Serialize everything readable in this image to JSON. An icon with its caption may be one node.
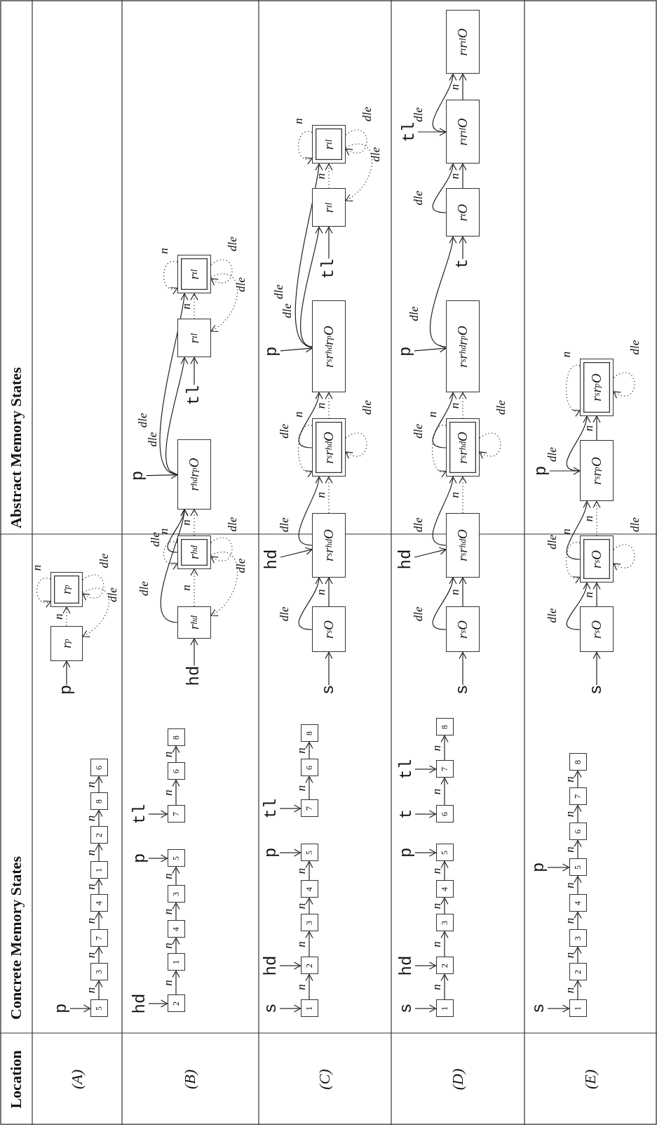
{
  "diagram": {
    "nodes": [
      {
        "text": [
          "p"
        ]
      },
      {
        "text": [
          "5"
        ]
      },
      {
        "text": [
          "3"
        ]
      },
      {
        "text": [
          "7"
        ]
      },
      {
        "text": [
          "4"
        ]
      },
      {
        "text": [
          "1"
        ]
      },
      {
        "text": [
          "2"
        ]
      },
      {
        "text": [
          "8"
        ]
      },
      {
        "text": [
          "6"
        ]
      },
      {
        "text": [
          "p"
        ]
      },
      {
        "text": [
          "r$_{p}$"
        ]
      },
      {
        "text": [
          "r$_{p}$"
        ]
      },
      {
        "text": [
          "hd"
        ]
      },
      {
        "text": [
          "2"
        ]
      },
      {
        "text": [
          "1"
        ]
      },
      {
        "text": [
          "4"
        ]
      },
      {
        "text": [
          "3"
        ]
      },
      {
        "text": [
          "p"
        ]
      },
      {
        "text": [
          "5"
        ]
      },
      {
        "text": [
          "tl"
        ]
      },
      {
        "text": [
          "7"
        ]
      },
      {
        "text": [
          "6"
        ]
      },
      {
        "text": [
          "8"
        ]
      },
      {
        "text": [
          "hd"
        ]
      },
      {
        "text": [
          "r$_{hd}$"
        ]
      },
      {
        "text": [
          "r$_{hd}$"
        ]
      },
      {
        "text": [
          "p"
        ]
      },
      {
        "text": [
          "r$_{hd}$r$_{p}$O"
        ]
      },
      {
        "text": [
          "tl"
        ]
      },
      {
        "text": [
          "r$_{tl}$"
        ]
      },
      {
        "text": [
          "r$_{tl}$"
        ]
      },
      {
        "text": [
          "s"
        ]
      },
      {
        "text": [
          "1"
        ]
      },
      {
        "text": [
          "hd"
        ]
      },
      {
        "text": [
          "2"
        ]
      },
      {
        "text": [
          "3"
        ]
      },
      {
        "text": [
          "4"
        ]
      },
      {
        "text": [
          "p"
        ]
      },
      {
        "text": [
          "5"
        ]
      },
      {
        "text": [
          "tl"
        ]
      },
      {
        "text": [
          "7"
        ]
      },
      {
        "text": [
          "6"
        ]
      },
      {
        "text": [
          "8"
        ]
      },
      {
        "text": [
          "s"
        ]
      },
      {
        "text": [
          "r$_{s}$O"
        ]
      },
      {
        "text": [
          "hd"
        ]
      },
      {
        "text": [
          "r$_{s}$r$_{hd}$O"
        ]
      },
      {
        "text": [
          "r$_{s}$r$_{hd}$O"
        ]
      },
      {
        "text": [
          "p"
        ]
      },
      {
        "text": [
          "r$_{s}$r$_{hd}$r$_{p}$O"
        ]
      },
      {
        "text": [
          "tl"
        ]
      },
      {
        "text": [
          "r$_{tl}$"
        ]
      },
      {
        "text": [
          "r$_{tl}$"
        ]
      },
      {
        "text": [
          "s"
        ]
      },
      {
        "text": [
          "1"
        ]
      },
      {
        "text": [
          "hd"
        ]
      },
      {
        "text": [
          "2"
        ]
      },
      {
        "text": [
          "3"
        ]
      },
      {
        "text": [
          "4"
        ]
      },
      {
        "text": [
          "p"
        ]
      },
      {
        "text": [
          "5"
        ]
      },
      {
        "text": [
          "t"
        ]
      },
      {
        "text": [
          "6"
        ]
      },
      {
        "text": [
          "tl"
        ]
      },
      {
        "text": [
          "7"
        ]
      },
      {
        "text": [
          "8"
        ]
      },
      {
        "text": [
          "s"
        ]
      },
      {
        "text": [
          "r$_{s}$O"
        ]
      },
      {
        "text": [
          "hd"
        ]
      },
      {
        "text": [
          "r$_{s}$r$_{hd}$O"
        ]
      },
      {
        "text": [
          "r$_{s}$r$_{hd}$O"
        ]
      },
      {
        "text": [
          "p"
        ]
      },
      {
        "text": [
          "r$_{s}$r$_{hd}$r$_{p}$O"
        ]
      },
      {
        "text": [
          "t"
        ]
      },
      {
        "text": [
          "r$_{t}$O"
        ]
      },
      {
        "text": [
          "tl"
        ]
      },
      {
        "text": [
          "r$_{t}$r$_{tl}$O"
        ]
      },
      {
        "text": [
          "r$_{t}$r$_{tl}$O"
        ]
      },
      {
        "text": [
          "s"
        ]
      },
      {
        "text": [
          "1"
        ]
      },
      {
        "text": [
          "2"
        ]
      },
      {
        "text": [
          "3"
        ]
      },
      {
        "text": [
          "4"
        ]
      },
      {
        "text": [
          "p"
        ]
      },
      {
        "text": [
          "5"
        ]
      },
      {
        "text": [
          "6"
        ]
      },
      {
        "text": [
          "7"
        ]
      },
      {
        "text": [
          "8"
        ]
      },
      {
        "text": [
          "s"
        ]
      },
      {
        "text": [
          "r$_{s}$O"
        ]
      },
      {
        "text": [
          "r$_{s}$O"
        ]
      },
      {
        "text": [
          "p"
        ]
      },
      {
        "text": [
          "r$_{s}$r$_{p}$O"
        ]
      },
      {
        "text": [
          "r$_{s}$r$_{p}$O"
        ]
      }
    ],
    "edges": [
      {
        "from": 0,
        "to": 1,
        "arrow": "to"
      },
      {
        "from": 1,
        "to": 2,
        "arrow": "to",
        "label": "n"
      },
      {
        "from": 2,
        "to": 3,
        "arrow": "to",
        "label": "n"
      },
      {
        "from": 3,
        "to": 4,
        "arrow": "to",
        "label": "n"
      },
      {
        "from": 4,
        "to": 5,
        "arrow": "to",
        "label": "n"
      },
      {
        "from": 5,
        "to": 6,
        "arrow": "to",
        "label": "n"
      },
      {
        "from": 6,
        "to": 7,
        "arrow": "to",
        "label": "n"
      },
      {
        "from": 7,
        "to": 8,
        "arrow": "to",
        "label": "n"
      },
      {
        "from": 9,
        "to": 10,
        "arrow": "to"
      },
      {
        "from": 10,
        "to": 11,
        "arrow": "to",
        "label": "n",
        "style": "dashed"
      },
      {
        "from": 11,
        "to": 11,
        "arrow": "to",
        "label": "n",
        "style": "dashed"
      },
      {
        "from": 11,
        "to": 10,
        "arrow": "to",
        "label": "dle",
        "style": "dashed"
      },
      {
        "from": 11,
        "to": 11,
        "arrow": "to",
        "label": "dle",
        "style": "dashed"
      },
      {
        "from": 12,
        "to": 13,
        "arrow": "to"
      },
      {
        "from": 13,
        "to": 14,
        "arrow": "to",
        "label": "n"
      },
      {
        "from": 14,
        "to": 15,
        "arrow": "to",
        "label": "n"
      },
      {
        "from": 15,
        "to": 16,
        "arrow": "to",
        "label": "n"
      },
      {
        "from": 16,
        "to": 18,
        "arrow": "to",
        "label": "n"
      },
      {
        "from": 17,
        "to": 18,
        "arrow": "to"
      },
      {
        "from": 19,
        "to": 20,
        "arrow": "to"
      },
      {
        "from": 20,
        "to": 21,
        "arrow": "to",
        "label": "n"
      },
      {
        "from": 21,
        "to": 22,
        "arrow": "to",
        "label": "n"
      },
      {
        "from": 23,
        "to": 24,
        "arrow": "to"
      },
      {
        "from": 24,
        "to": 25,
        "arrow": "to",
        "label": "n",
        "style": "dashed"
      },
      {
        "from": 25,
        "to": 25,
        "arrow": "to",
        "label": "n",
        "style": "dashed"
      },
      {
        "from": 25,
        "to": 24,
        "arrow": "to",
        "label": "dle",
        "style": "dashed"
      },
      {
        "from": 25,
        "to": 25,
        "arrow": "to",
        "label": "dle",
        "style": "dashed"
      },
      {
        "from": 24,
        "to": 27,
        "arrow": "to",
        "label": "dle"
      },
      {
        "from": 25,
        "to": 27,
        "arrow": "to",
        "label": "dle"
      },
      {
        "from": 25,
        "to": 27,
        "arrow": "to",
        "label": "n",
        "style": "dashed"
      },
      {
        "from": 26,
        "to": 27,
        "arrow": "to"
      },
      {
        "from": 27,
        "to": 29,
        "arrow": "to",
        "label": "dle"
      },
      {
        "from": 27,
        "to": 30,
        "arrow": "to",
        "label": "dle"
      },
      {
        "from": 28,
        "to": 29,
        "arrow": "to"
      },
      {
        "from": 29,
        "to": 30,
        "arrow": "to",
        "label": "n",
        "style": "dashed"
      },
      {
        "from": 30,
        "to": 30,
        "arrow": "to",
        "label": "n",
        "style": "dashed"
      },
      {
        "from": 30,
        "to": 29,
        "arrow": "to",
        "label": "dle",
        "style": "dashed"
      },
      {
        "from": 30,
        "to": 30,
        "arrow": "to",
        "label": "dle",
        "style": "dashed"
      },
      {
        "from": 31,
        "to": 32,
        "arrow": "to"
      },
      {
        "from": 32,
        "to": 34,
        "arrow": "to",
        "label": "n"
      },
      {
        "from": 33,
        "to": 34,
        "arrow": "to"
      },
      {
        "from": 34,
        "to": 35,
        "arrow": "to",
        "label": "n"
      },
      {
        "from": 35,
        "to": 36,
        "arrow": "to",
        "label": "n"
      },
      {
        "from": 36,
        "to": 38,
        "arrow": "to",
        "label": "n"
      },
      {
        "from": 37,
        "to": 38,
        "arrow": "to"
      },
      {
        "from": 39,
        "to": 40,
        "arrow": "to"
      },
      {
        "from": 40,
        "to": 41,
        "arrow": "to",
        "label": "n"
      },
      {
        "from": 41,
        "to": 42,
        "arrow": "to",
        "label": "n"
      },
      {
        "from": 43,
        "to": 44,
        "arrow": "to"
      },
      {
        "from": 44,
        "to": 46,
        "arrow": "to",
        "label": "n"
      },
      {
        "from": 44,
        "to": 46,
        "arrow": "to",
        "label": "dle"
      },
      {
        "from": 45,
        "to": 46,
        "arrow": "to"
      },
      {
        "from": 46,
        "to": 47,
        "arrow": "to",
        "label": "n",
        "style": "dashed"
      },
      {
        "from": 46,
        "to": 47,
        "arrow": "to",
        "label": "dle"
      },
      {
        "from": 47,
        "to": 47,
        "arrow": "to",
        "label": "n",
        "style": "dashed"
      },
      {
        "from": 47,
        "to": 47,
        "arrow": "to",
        "label": "dle",
        "style": "dashed"
      },
      {
        "from": 47,
        "to": 49,
        "arrow": "to",
        "label": "n",
        "style": "dashed"
      },
      {
        "from": 47,
        "to": 49,
        "arrow": "to",
        "label": "dle"
      },
      {
        "from": 48,
        "to": 49,
        "arrow": "to"
      },
      {
        "from": 49,
        "to": 51,
        "arrow": "to",
        "label": "dle"
      },
      {
        "from": 49,
        "to": 52,
        "arrow": "to",
        "label": "dle"
      },
      {
        "from": 50,
        "to": 51,
        "arrow": "to"
      },
      {
        "from": 51,
        "to": 52,
        "arrow": "to",
        "label": "n",
        "style": "dashed"
      },
      {
        "from": 52,
        "to": 52,
        "arrow": "to",
        "label": "n",
        "style": "dashed"
      },
      {
        "from": 52,
        "to": 52,
        "arrow": "to",
        "label": "dle",
        "style": "dashed"
      },
      {
        "from": 52,
        "to": 51,
        "arrow": "to",
        "label": "dle",
        "style": "dashed"
      },
      {
        "from": 53,
        "to": 54,
        "arrow": "to"
      },
      {
        "from": 54,
        "to": 56,
        "arrow": "to",
        "label": "n"
      },
      {
        "from": 55,
        "to": 56,
        "arrow": "to"
      },
      {
        "from": 56,
        "to": 57,
        "arrow": "to",
        "label": "n"
      },
      {
        "from": 57,
        "to": 58,
        "arrow": "to",
        "label": "n"
      },
      {
        "from": 58,
        "to": 60,
        "arrow": "to",
        "label": "n"
      },
      {
        "from": 59,
        "to": 60,
        "arrow": "to"
      },
      {
        "from": 61,
        "to": 62,
        "arrow": "to"
      },
      {
        "from": 62,
        "to": 64,
        "arrow": "to",
        "label": "n"
      },
      {
        "from": 63,
        "to": 64,
        "arrow": "to"
      },
      {
        "from": 64,
        "to": 65,
        "arrow": "to",
        "label": "n"
      },
      {
        "from": 66,
        "to": 67,
        "arrow": "to"
      },
      {
        "from": 67,
        "to": 69,
        "arrow": "to",
        "label": "n"
      },
      {
        "from": 67,
        "to": 69,
        "arrow": "to",
        "label": "dle"
      },
      {
        "from": 68,
        "to": 69,
        "arrow": "to"
      },
      {
        "from": 69,
        "to": 70,
        "arrow": "to",
        "label": "n",
        "style": "dashed"
      },
      {
        "from": 69,
        "to": 70,
        "arrow": "to",
        "label": "dle"
      },
      {
        "from": 70,
        "to": 70,
        "arrow": "to",
        "label": "n",
        "style": "dashed"
      },
      {
        "from": 70,
        "to": 70,
        "arrow": "to",
        "label": "dle",
        "style": "dashed"
      },
      {
        "from": 70,
        "to": 72,
        "arrow": "to",
        "label": "n",
        "style": "dashed"
      },
      {
        "from": 70,
        "to": 72,
        "arrow": "to",
        "label": "dle"
      },
      {
        "from": 71,
        "to": 72,
        "arrow": "to"
      },
      {
        "from": 72,
        "to": 74,
        "arrow": "to",
        "label": "dle"
      },
      {
        "from": 73,
        "to": 74,
        "arrow": "to"
      },
      {
        "from": 74,
        "to": 76,
        "arrow": "to",
        "label": "n"
      },
      {
        "from": 74,
        "to": 76,
        "arrow": "to",
        "label": "dle"
      },
      {
        "from": 75,
        "to": 76,
        "arrow": "to"
      },
      {
        "from": 76,
        "to": 77,
        "arrow": "to",
        "label": "n"
      },
      {
        "from": 76,
        "to": 77,
        "arrow": "to",
        "label": "dle"
      },
      {
        "from": 78,
        "to": 79,
        "arrow": "to"
      },
      {
        "from": 79,
        "to": 80,
        "arrow": "to",
        "label": "n"
      },
      {
        "from": 80,
        "to": 81,
        "arrow": "to",
        "label": "n"
      },
      {
        "from": 81,
        "to": 82,
        "arrow": "to",
        "label": "n"
      },
      {
        "from": 82,
        "to": 84,
        "arrow": "to",
        "label": "n"
      },
      {
        "from": 83,
        "to": 84,
        "arrow": "to"
      },
      {
        "from": 84,
        "to": 85,
        "arrow": "to",
        "label": "n"
      },
      {
        "from": 85,
        "to": 86,
        "arrow": "to",
        "label": "n"
      },
      {
        "from": 86,
        "to": 87,
        "arrow": "to",
        "label": "n"
      },
      {
        "from": 88,
        "to": 89,
        "arrow": "to"
      },
      {
        "from": 89,
        "to": 90,
        "arrow": "to",
        "label": "n"
      },
      {
        "from": 89,
        "to": 90,
        "arrow": "to",
        "label": "dle"
      },
      {
        "from": 90,
        "to": 90,
        "arrow": "to",
        "label": "n",
        "style": "dashed"
      },
      {
        "from": 90,
        "to": 90,
        "arrow": "to",
        "label": "dle",
        "style": "dashed"
      },
      {
        "from": 90,
        "to": 92,
        "arrow": "to",
        "label": "n",
        "style": "dashed"
      },
      {
        "from": 90,
        "to": 92,
        "arrow": "to",
        "label": "dle"
      },
      {
        "from": 91,
        "to": 92,
        "arrow": "to"
      },
      {
        "from": 92,
        "to": 93,
        "arrow": "to",
        "label": "n"
      },
      {
        "from": 92,
        "to": 93,
        "arrow": "to",
        "label": "dle"
      },
      {
        "from": 93,
        "to": 93,
        "arrow": "to",
        "label": "n",
        "style": "dashed"
      },
      {
        "from": 93,
        "to": 93,
        "arrow": "to",
        "label": "dle",
        "style": "dashed"
      }
    ],
    "labels": [
      "Location",
      "Concrete Memory States",
      "Abstract Memory States",
      "(A)",
      "(B)",
      "(C)",
      "(D)",
      "(E)"
    ]
  }
}
